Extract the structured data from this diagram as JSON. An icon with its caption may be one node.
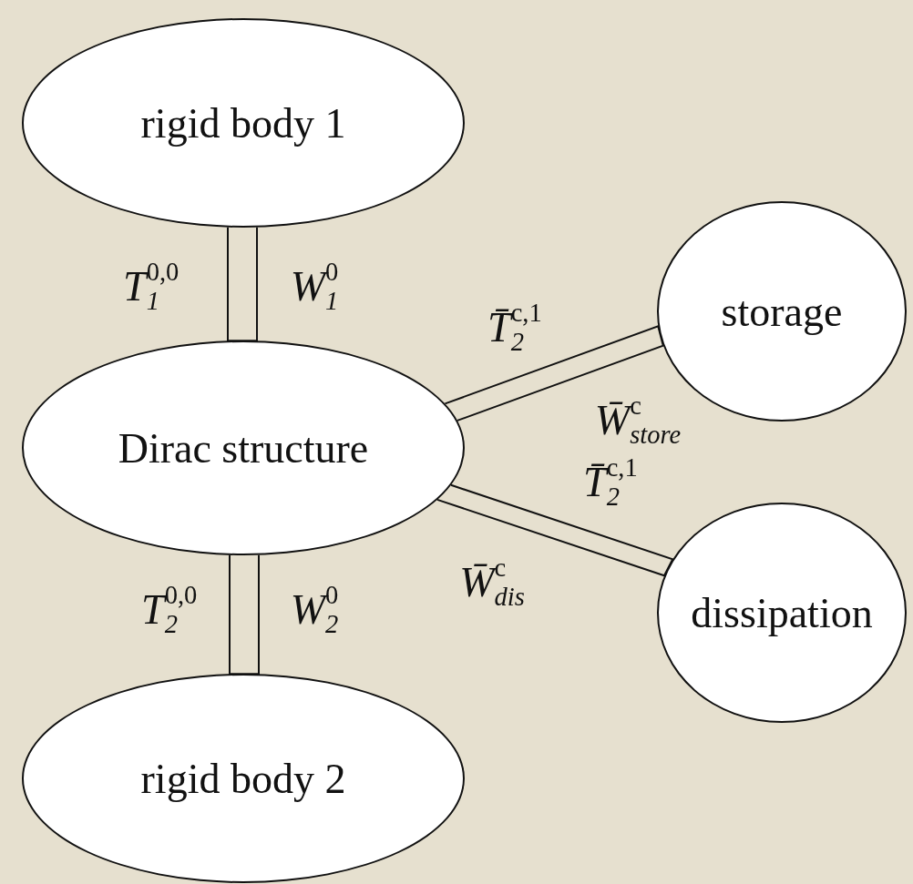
{
  "diagram": {
    "nodes": [
      {
        "text": [
          "rigid body 1"
        ]
      },
      {
        "text": [
          "Dirac structure"
        ]
      },
      {
        "text": [
          "storage"
        ]
      },
      {
        "text": [
          "dissipation"
        ]
      },
      {
        "text": [
          "rigid body 2"
        ]
      }
    ],
    "edges": [
      {
        "from": 0,
        "to": 1,
        "arrow": "none"
      },
      {
        "from": 1,
        "to": 2,
        "arrow": "none"
      },
      {
        "from": 1,
        "to": 3,
        "arrow": "none"
      },
      {
        "from": 1,
        "to": 4,
        "arrow": "none"
      }
    ],
    "labels": [
      "T$^{0,0}$$_{1}$",
      "W$^{0}$$_{1}$",
      "T̄$^{c,1}$$_{2}$",
      "W̄$^{c}$$_{store}$",
      "T̄$^{c,1}$$_{2}$",
      "W̄$^{c}$$_{dis}$",
      "T$^{0,0}$$_{2}$",
      "W$^{0}$$_{2}$"
    ]
  }
}
